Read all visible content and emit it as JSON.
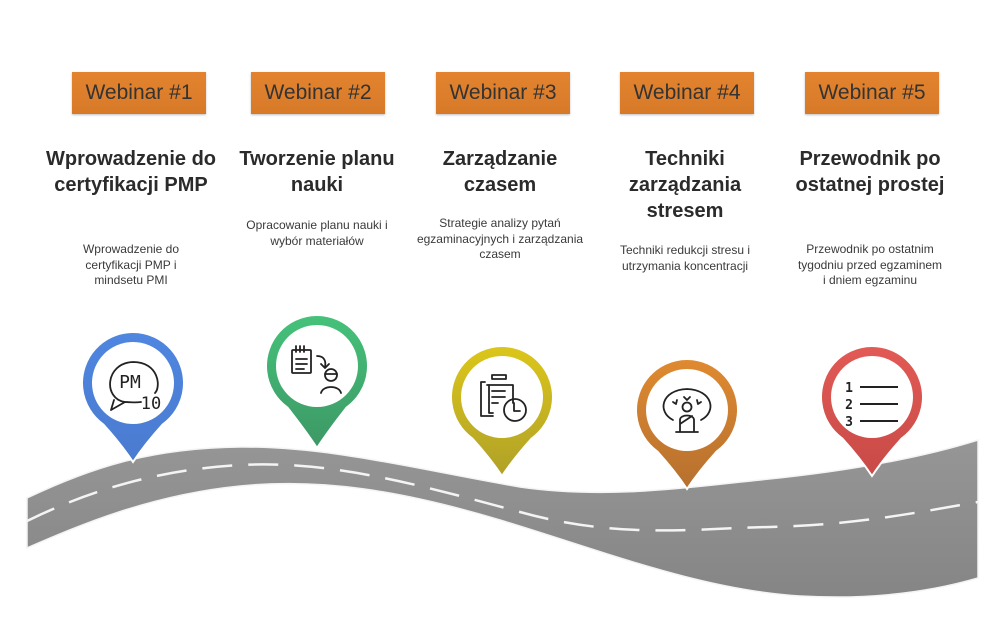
{
  "steps": [
    {
      "badge": "Webinar #1",
      "title": "Wprowadzenie do certyfikacji PMP",
      "description": "Wprowadzenie do certyfikacji PMP i mindsetu PMI",
      "icon": "pm-speech-bubble-icon",
      "color": "#4a7fd6"
    },
    {
      "badge": "Webinar #2",
      "title": "Tworzenie planu nauki",
      "description": "Opracowanie planu nauki i wybór materiałów",
      "icon": "planner-person-icon",
      "color": "#3fa36c"
    },
    {
      "badge": "Webinar #3",
      "title": "Zarządzanie czasem",
      "description": "Strategie analizy pytań egzaminacyjnych i zarządzania czasem",
      "icon": "clipboard-clock-icon",
      "color": "#c2b11d"
    },
    {
      "badge": "Webinar #4",
      "title": "Techniki zarządzania stresem",
      "description": "Techniki redukcji stresu i utrzymania koncentracji",
      "icon": "meditation-person-icon",
      "color": "#cc7a2e"
    },
    {
      "badge": "Webinar #5",
      "title": "Przewodnik po ostatnej prostej",
      "description": "Przewodnik po ostatnim tygodniu przed egzaminem i dniem egzaminu",
      "icon": "numbered-list-icon",
      "color": "#d24d4a"
    }
  ],
  "icon_labels": {
    "pm_text": "PM",
    "pm_number": "10",
    "list_numbers": [
      "1",
      "2",
      "3"
    ]
  },
  "colors": {
    "badge": "#e0802d",
    "road": "#8c8c8c",
    "road_dash": "#f2f2f2"
  }
}
